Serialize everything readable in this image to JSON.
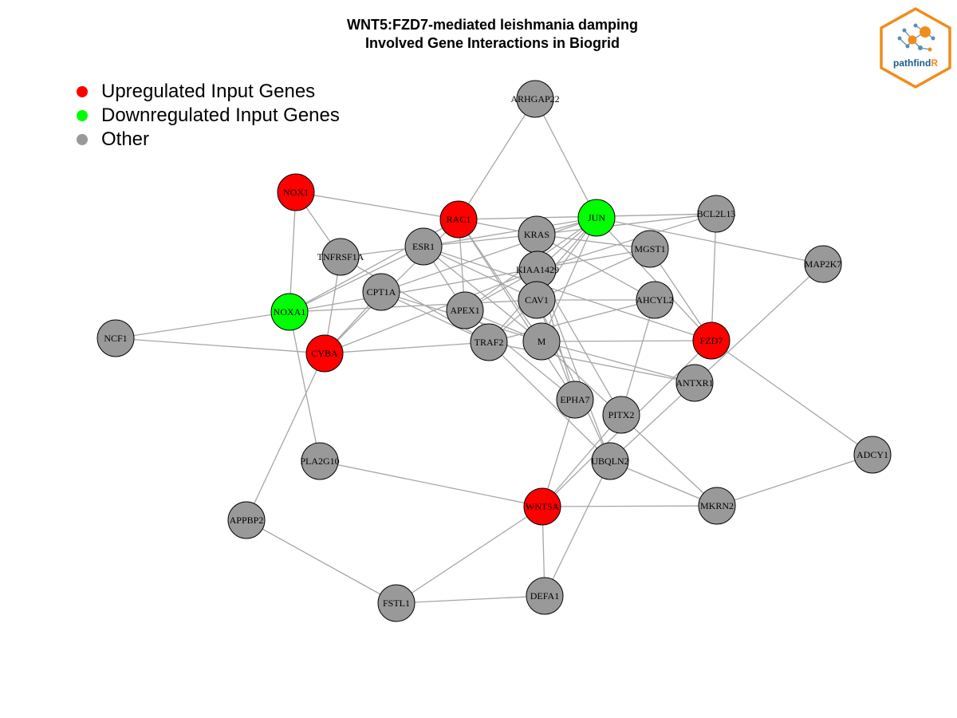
{
  "title": {
    "line1": "WNT5:FZD7-mediated leishmania damping",
    "line2": "Involved Gene Interactions in Biogrid"
  },
  "legend": [
    {
      "label": "Upregulated Input Genes",
      "color": "#ff0000"
    },
    {
      "label": "Downregulated Input Genes",
      "color": "#00ff00"
    },
    {
      "label": "Other",
      "color": "#999999"
    }
  ],
  "logo": {
    "text_main": "pathfind",
    "text_accent": "R",
    "accent_color": "#f28c1a",
    "text_color": "#1a5c8c"
  },
  "colors": {
    "up": "#ff0000",
    "down": "#00ff00",
    "other": "#999999",
    "edge": "#a6a6a6"
  },
  "nodes": [
    {
      "id": "ARHGAP22",
      "type": "other"
    },
    {
      "id": "NOX1",
      "type": "up"
    },
    {
      "id": "RAC1",
      "type": "up"
    },
    {
      "id": "JUN",
      "type": "down"
    },
    {
      "id": "BCL2L13",
      "type": "other"
    },
    {
      "id": "KRAS",
      "type": "other"
    },
    {
      "id": "ESR1",
      "type": "other"
    },
    {
      "id": "TNFRSF1A",
      "type": "other"
    },
    {
      "id": "MGST1",
      "type": "other"
    },
    {
      "id": "MAP2K7",
      "type": "other"
    },
    {
      "id": "KIAA1429",
      "type": "other"
    },
    {
      "id": "CPT1A",
      "type": "other"
    },
    {
      "id": "NOXA1",
      "type": "down"
    },
    {
      "id": "CAV1",
      "type": "other"
    },
    {
      "id": "APEX1",
      "type": "other"
    },
    {
      "id": "AHCYL2",
      "type": "other"
    },
    {
      "id": "NCF1",
      "type": "other"
    },
    {
      "id": "TRAF2",
      "type": "other"
    },
    {
      "id": "M",
      "type": "other"
    },
    {
      "id": "FZD7",
      "type": "up"
    },
    {
      "id": "CYBA",
      "type": "up"
    },
    {
      "id": "ANTXR1",
      "type": "other"
    },
    {
      "id": "EPHA7",
      "type": "other"
    },
    {
      "id": "PITX2",
      "type": "other"
    },
    {
      "id": "PLA2G10",
      "type": "other"
    },
    {
      "id": "UBQLN2",
      "type": "other"
    },
    {
      "id": "ADCY1",
      "type": "other"
    },
    {
      "id": "WNT5A",
      "type": "up"
    },
    {
      "id": "MKRN2",
      "type": "other"
    },
    {
      "id": "APPBP2",
      "type": "other"
    },
    {
      "id": "DEFA1",
      "type": "other"
    },
    {
      "id": "FSTL1",
      "type": "other"
    }
  ],
  "edges": [
    [
      "ARHGAP22",
      "RAC1"
    ],
    [
      "ARHGAP22",
      "JUN"
    ],
    [
      "NOX1",
      "RAC1"
    ],
    [
      "NOX1",
      "TNFRSF1A"
    ],
    [
      "NOX1",
      "NOXA1"
    ],
    [
      "RAC1",
      "KRAS"
    ],
    [
      "RAC1",
      "BCL2L13"
    ],
    [
      "RAC1",
      "APEX1"
    ],
    [
      "RAC1",
      "CYBA"
    ],
    [
      "RAC1",
      "NOXA1"
    ],
    [
      "RAC1",
      "M"
    ],
    [
      "RAC1",
      "EPHA7"
    ],
    [
      "JUN",
      "KRAS"
    ],
    [
      "JUN",
      "MAP2K7"
    ],
    [
      "JUN",
      "FZD7"
    ],
    [
      "JUN",
      "CAV1"
    ],
    [
      "JUN",
      "APEX1"
    ],
    [
      "JUN",
      "TRAF2"
    ],
    [
      "JUN",
      "M"
    ],
    [
      "JUN",
      "KIAA1429"
    ],
    [
      "JUN",
      "ESR1"
    ],
    [
      "JUN",
      "CPT1A"
    ],
    [
      "BCL2L13",
      "KIAA1429"
    ],
    [
      "BCL2L13",
      "FZD7"
    ],
    [
      "BCL2L13",
      "KRAS"
    ],
    [
      "KRAS",
      "AHCYL2"
    ],
    [
      "KRAS",
      "CAV1"
    ],
    [
      "KRAS",
      "MGST1"
    ],
    [
      "KRAS",
      "ESR1"
    ],
    [
      "ESR1",
      "TNFRSF1A"
    ],
    [
      "ESR1",
      "CAV1"
    ],
    [
      "ESR1",
      "FZD7"
    ],
    [
      "ESR1",
      "APEX1"
    ],
    [
      "ESR1",
      "NOXA1"
    ],
    [
      "ESR1",
      "M"
    ],
    [
      "TNFRSF1A",
      "TRAF2"
    ],
    [
      "TNFRSF1A",
      "CYBA"
    ],
    [
      "MGST1",
      "FZD7"
    ],
    [
      "MGST1",
      "NOXA1"
    ],
    [
      "MGST1",
      "CAV1"
    ],
    [
      "MAP2K7",
      "ANTXR1"
    ],
    [
      "KIAA1429",
      "CYBA"
    ],
    [
      "KIAA1429",
      "APEX1"
    ],
    [
      "KIAA1429",
      "UBQLN2"
    ],
    [
      "KIAA1429",
      "EPHA7"
    ],
    [
      "KIAA1429",
      "PITX2"
    ],
    [
      "CPT1A",
      "CYBA"
    ],
    [
      "CPT1A",
      "TRAF2"
    ],
    [
      "CPT1A",
      "M"
    ],
    [
      "NOXA1",
      "NCF1"
    ],
    [
      "NOXA1",
      "CAV1"
    ],
    [
      "NOXA1",
      "PLA2G10"
    ],
    [
      "CAV1",
      "AHCYL2"
    ],
    [
      "CAV1",
      "TRAF2"
    ],
    [
      "CAV1",
      "UBQLN2"
    ],
    [
      "CAV1",
      "EPHA7"
    ],
    [
      "APEX1",
      "M"
    ],
    [
      "APEX1",
      "EPHA7"
    ],
    [
      "AHCYL2",
      "TRAF2"
    ],
    [
      "AHCYL2",
      "PITX2"
    ],
    [
      "NCF1",
      "CYBA"
    ],
    [
      "TRAF2",
      "CYBA"
    ],
    [
      "TRAF2",
      "ANTXR1"
    ],
    [
      "TRAF2",
      "UBQLN2"
    ],
    [
      "M",
      "FZD7"
    ],
    [
      "M",
      "ANTXR1"
    ],
    [
      "M",
      "MKRN2"
    ],
    [
      "FZD7",
      "ADCY1"
    ],
    [
      "FZD7",
      "WNT5A"
    ],
    [
      "CYBA",
      "APPBP2"
    ],
    [
      "ANTXR1",
      "UBQLN2"
    ],
    [
      "EPHA7",
      "WNT5A"
    ],
    [
      "PITX2",
      "WNT5A"
    ],
    [
      "PLA2G10",
      "WNT5A"
    ],
    [
      "UBQLN2",
      "MKRN2"
    ],
    [
      "UBQLN2",
      "DEFA1"
    ],
    [
      "ADCY1",
      "MKRN2"
    ],
    [
      "WNT5A",
      "MKRN2"
    ],
    [
      "WNT5A",
      "DEFA1"
    ],
    [
      "WNT5A",
      "FSTL1"
    ],
    [
      "APPBP2",
      "FSTL1"
    ],
    [
      "DEFA1",
      "FSTL1"
    ]
  ]
}
